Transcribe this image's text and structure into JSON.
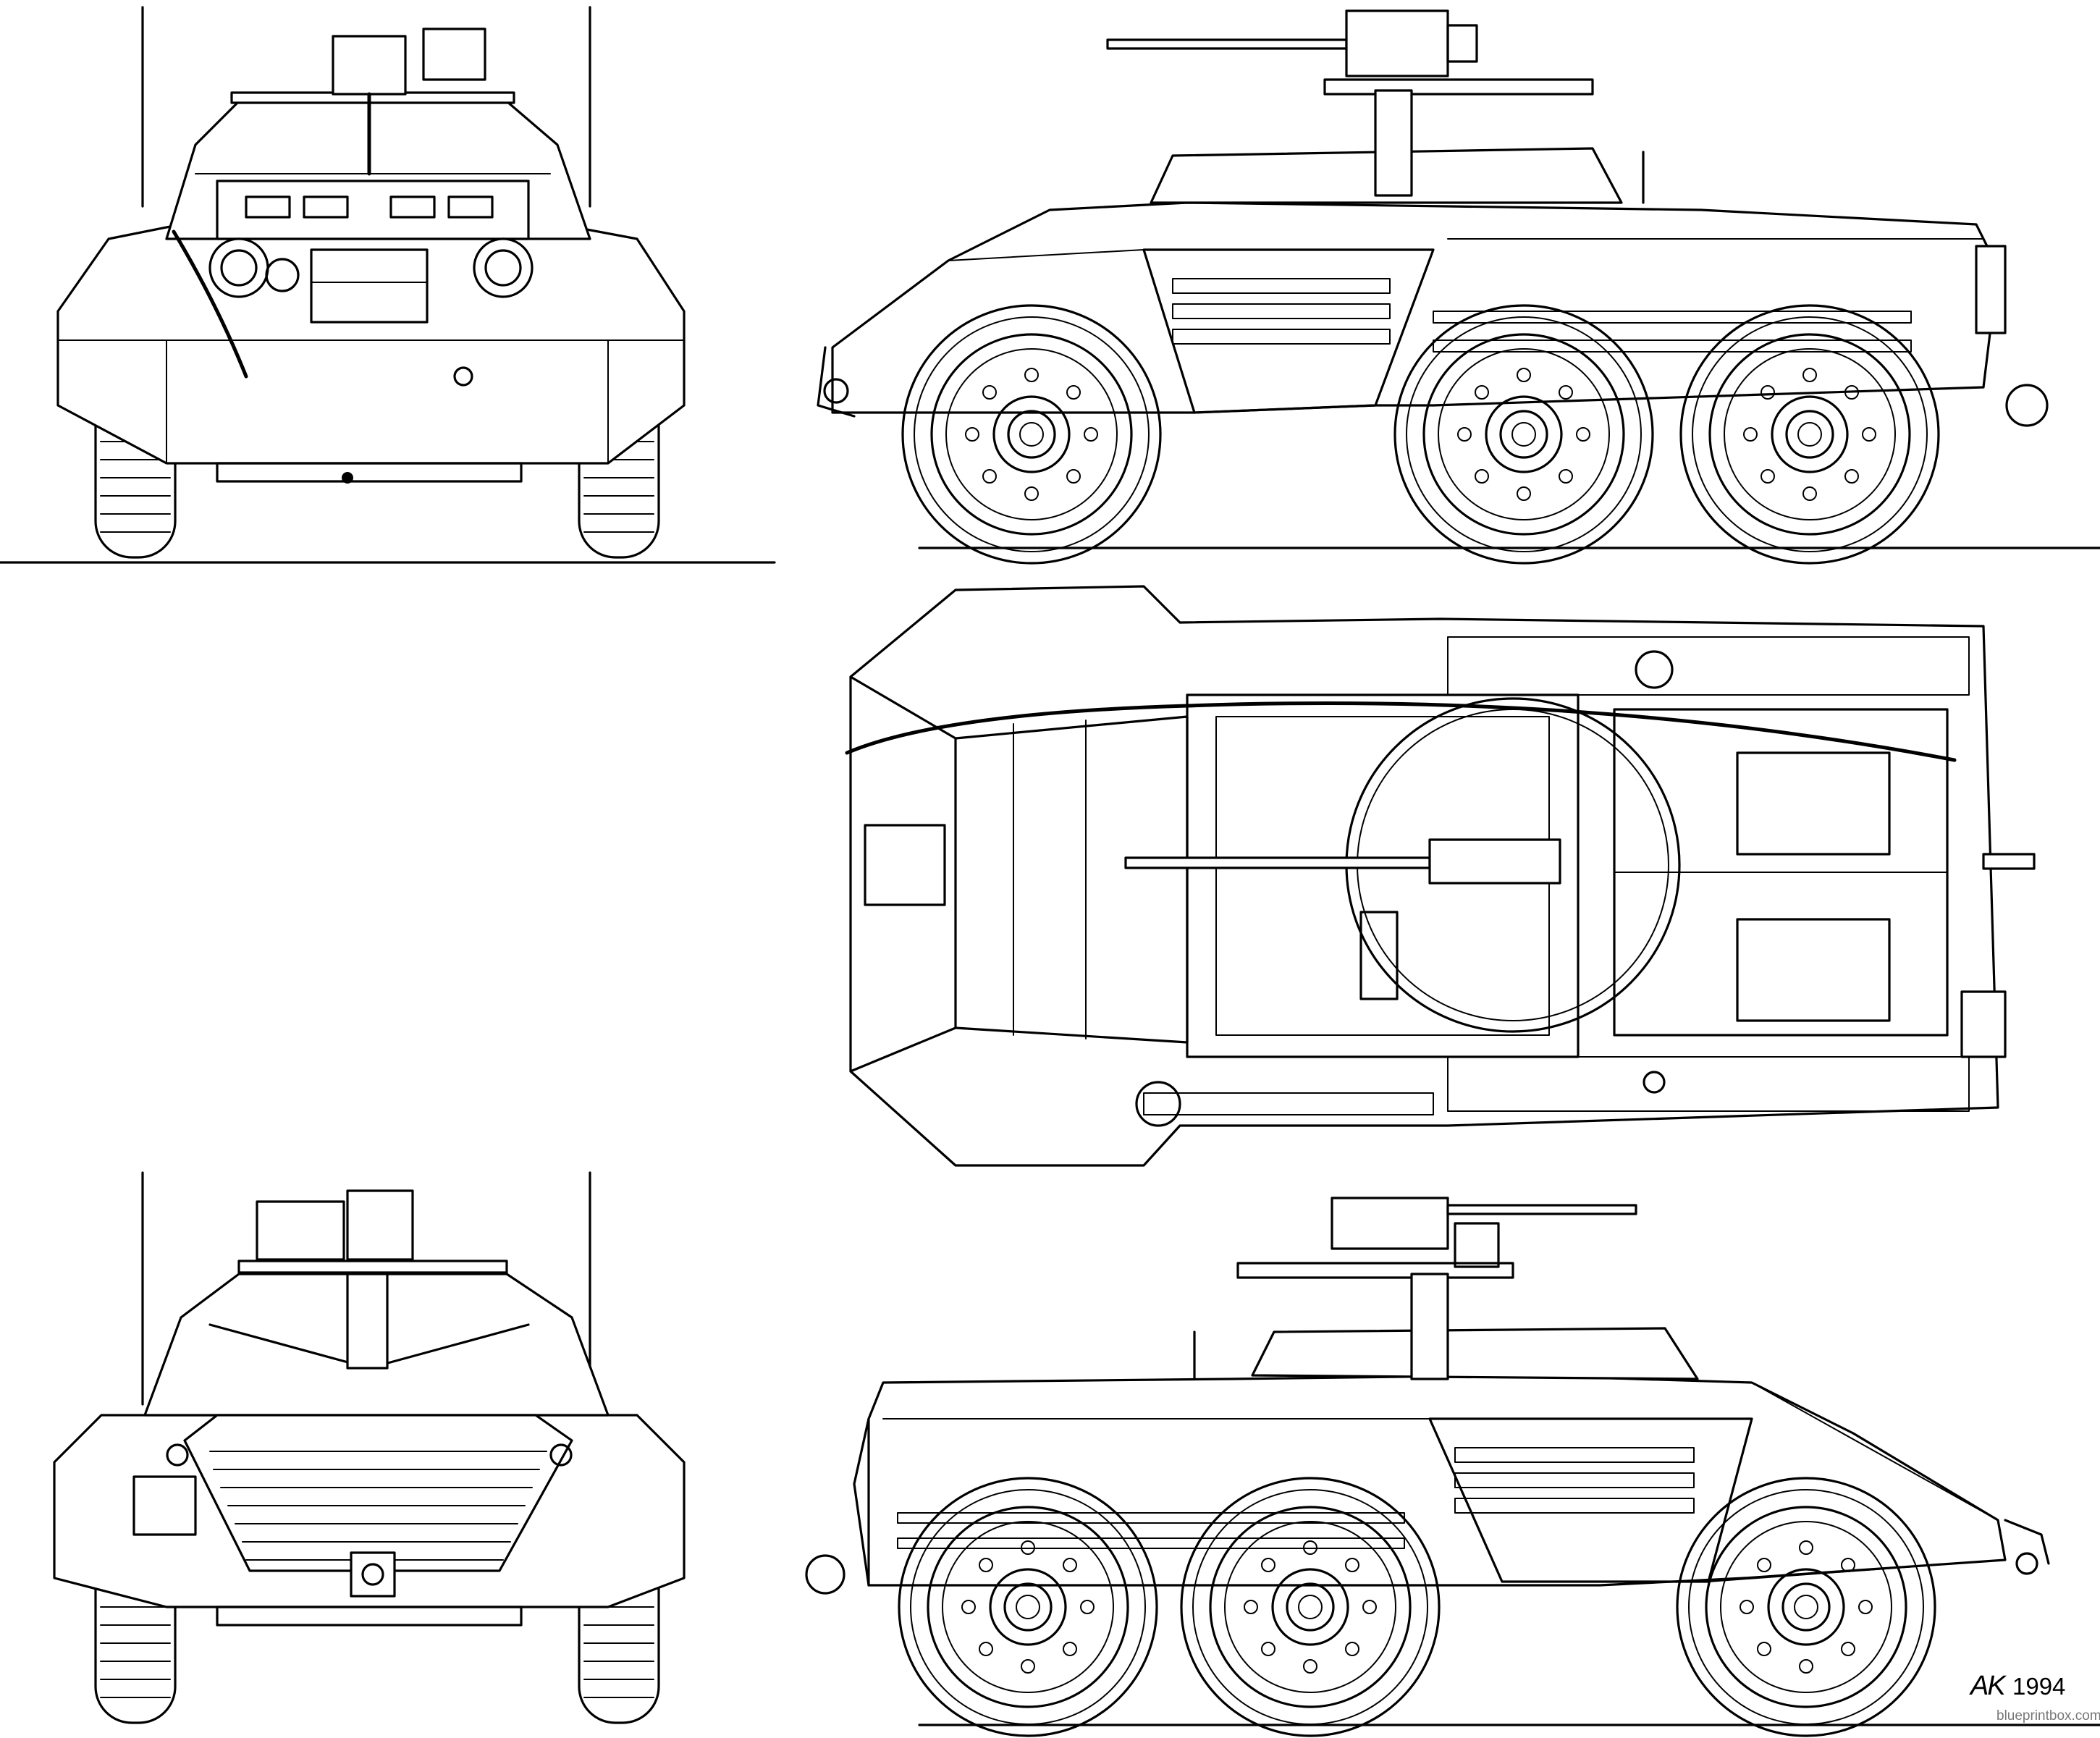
{
  "signature": "AK",
  "year": "1994",
  "watermark": "blueprintbox.com",
  "views": [
    {
      "id": "front",
      "region": "top-left"
    },
    {
      "id": "side-left",
      "region": "top-right"
    },
    {
      "id": "top",
      "region": "middle-right"
    },
    {
      "id": "rear",
      "region": "bottom-left"
    },
    {
      "id": "side-right",
      "region": "bottom-right"
    }
  ]
}
